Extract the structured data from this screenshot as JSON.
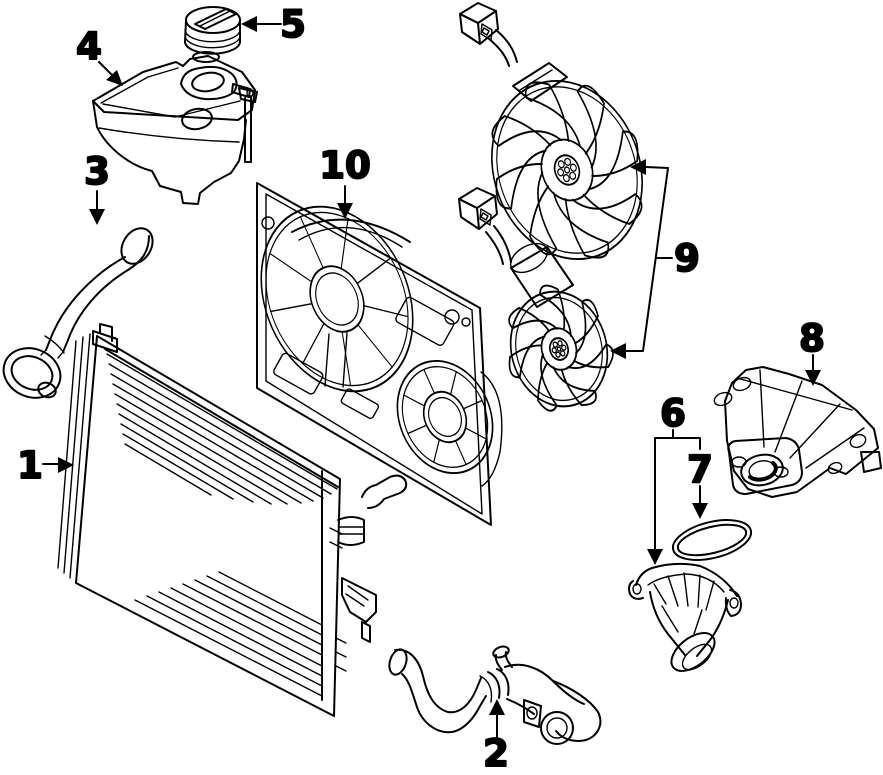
{
  "figure": {
    "kind": "exploded-parts-line-diagram",
    "subject": "engine-cooling-system",
    "background_color": "#ffffff",
    "line_color": "#000000"
  },
  "callouts": [
    {
      "number": "1",
      "part": "radiator"
    },
    {
      "number": "2",
      "part": "lower-radiator-hose"
    },
    {
      "number": "3",
      "part": "upper-radiator-hose"
    },
    {
      "number": "4",
      "part": "coolant-expansion-tank"
    },
    {
      "number": "5",
      "part": "reservoir-cap"
    },
    {
      "number": "6",
      "part": "thermostat-housing"
    },
    {
      "number": "7",
      "part": "o-ring-seal"
    },
    {
      "number": "8",
      "part": "water-pump"
    },
    {
      "number": "9",
      "part": "cooling-fans"
    },
    {
      "number": "10",
      "part": "fan-shroud"
    }
  ]
}
